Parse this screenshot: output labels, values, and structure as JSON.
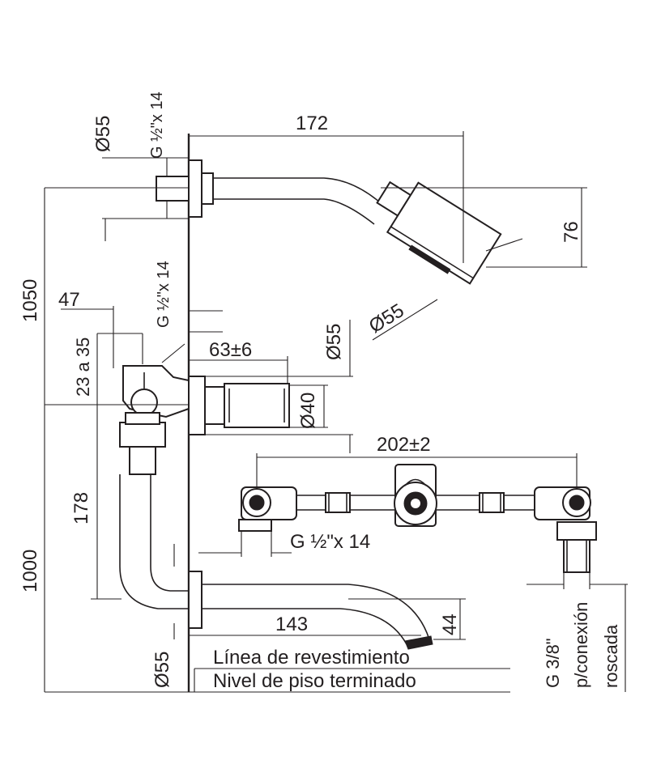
{
  "labels": {
    "d172": "172",
    "dia55_top": "Ø55",
    "thread_top": "G ½\"x 14",
    "d1050": "1050",
    "d76": "76",
    "dia55_head": "Ø55",
    "d47": "47",
    "thread_mid": "G ½\"x 14",
    "d23a35": "23 a 35",
    "d63": "63±6",
    "dia55_mid": "Ø55",
    "dia40": "Ø40",
    "d202": "202±2",
    "d178": "178",
    "thread_valve": "G ½\"x 14",
    "d1000": "1000",
    "d143": "143",
    "d44": "44",
    "dia55_bottom": "Ø55",
    "linea_revestimiento": "Línea de revestimiento",
    "nivel_piso": "Nivel de piso terminado",
    "g38": "G 3/8\"",
    "pconexion": "p/conexión",
    "roscada": "roscada"
  }
}
